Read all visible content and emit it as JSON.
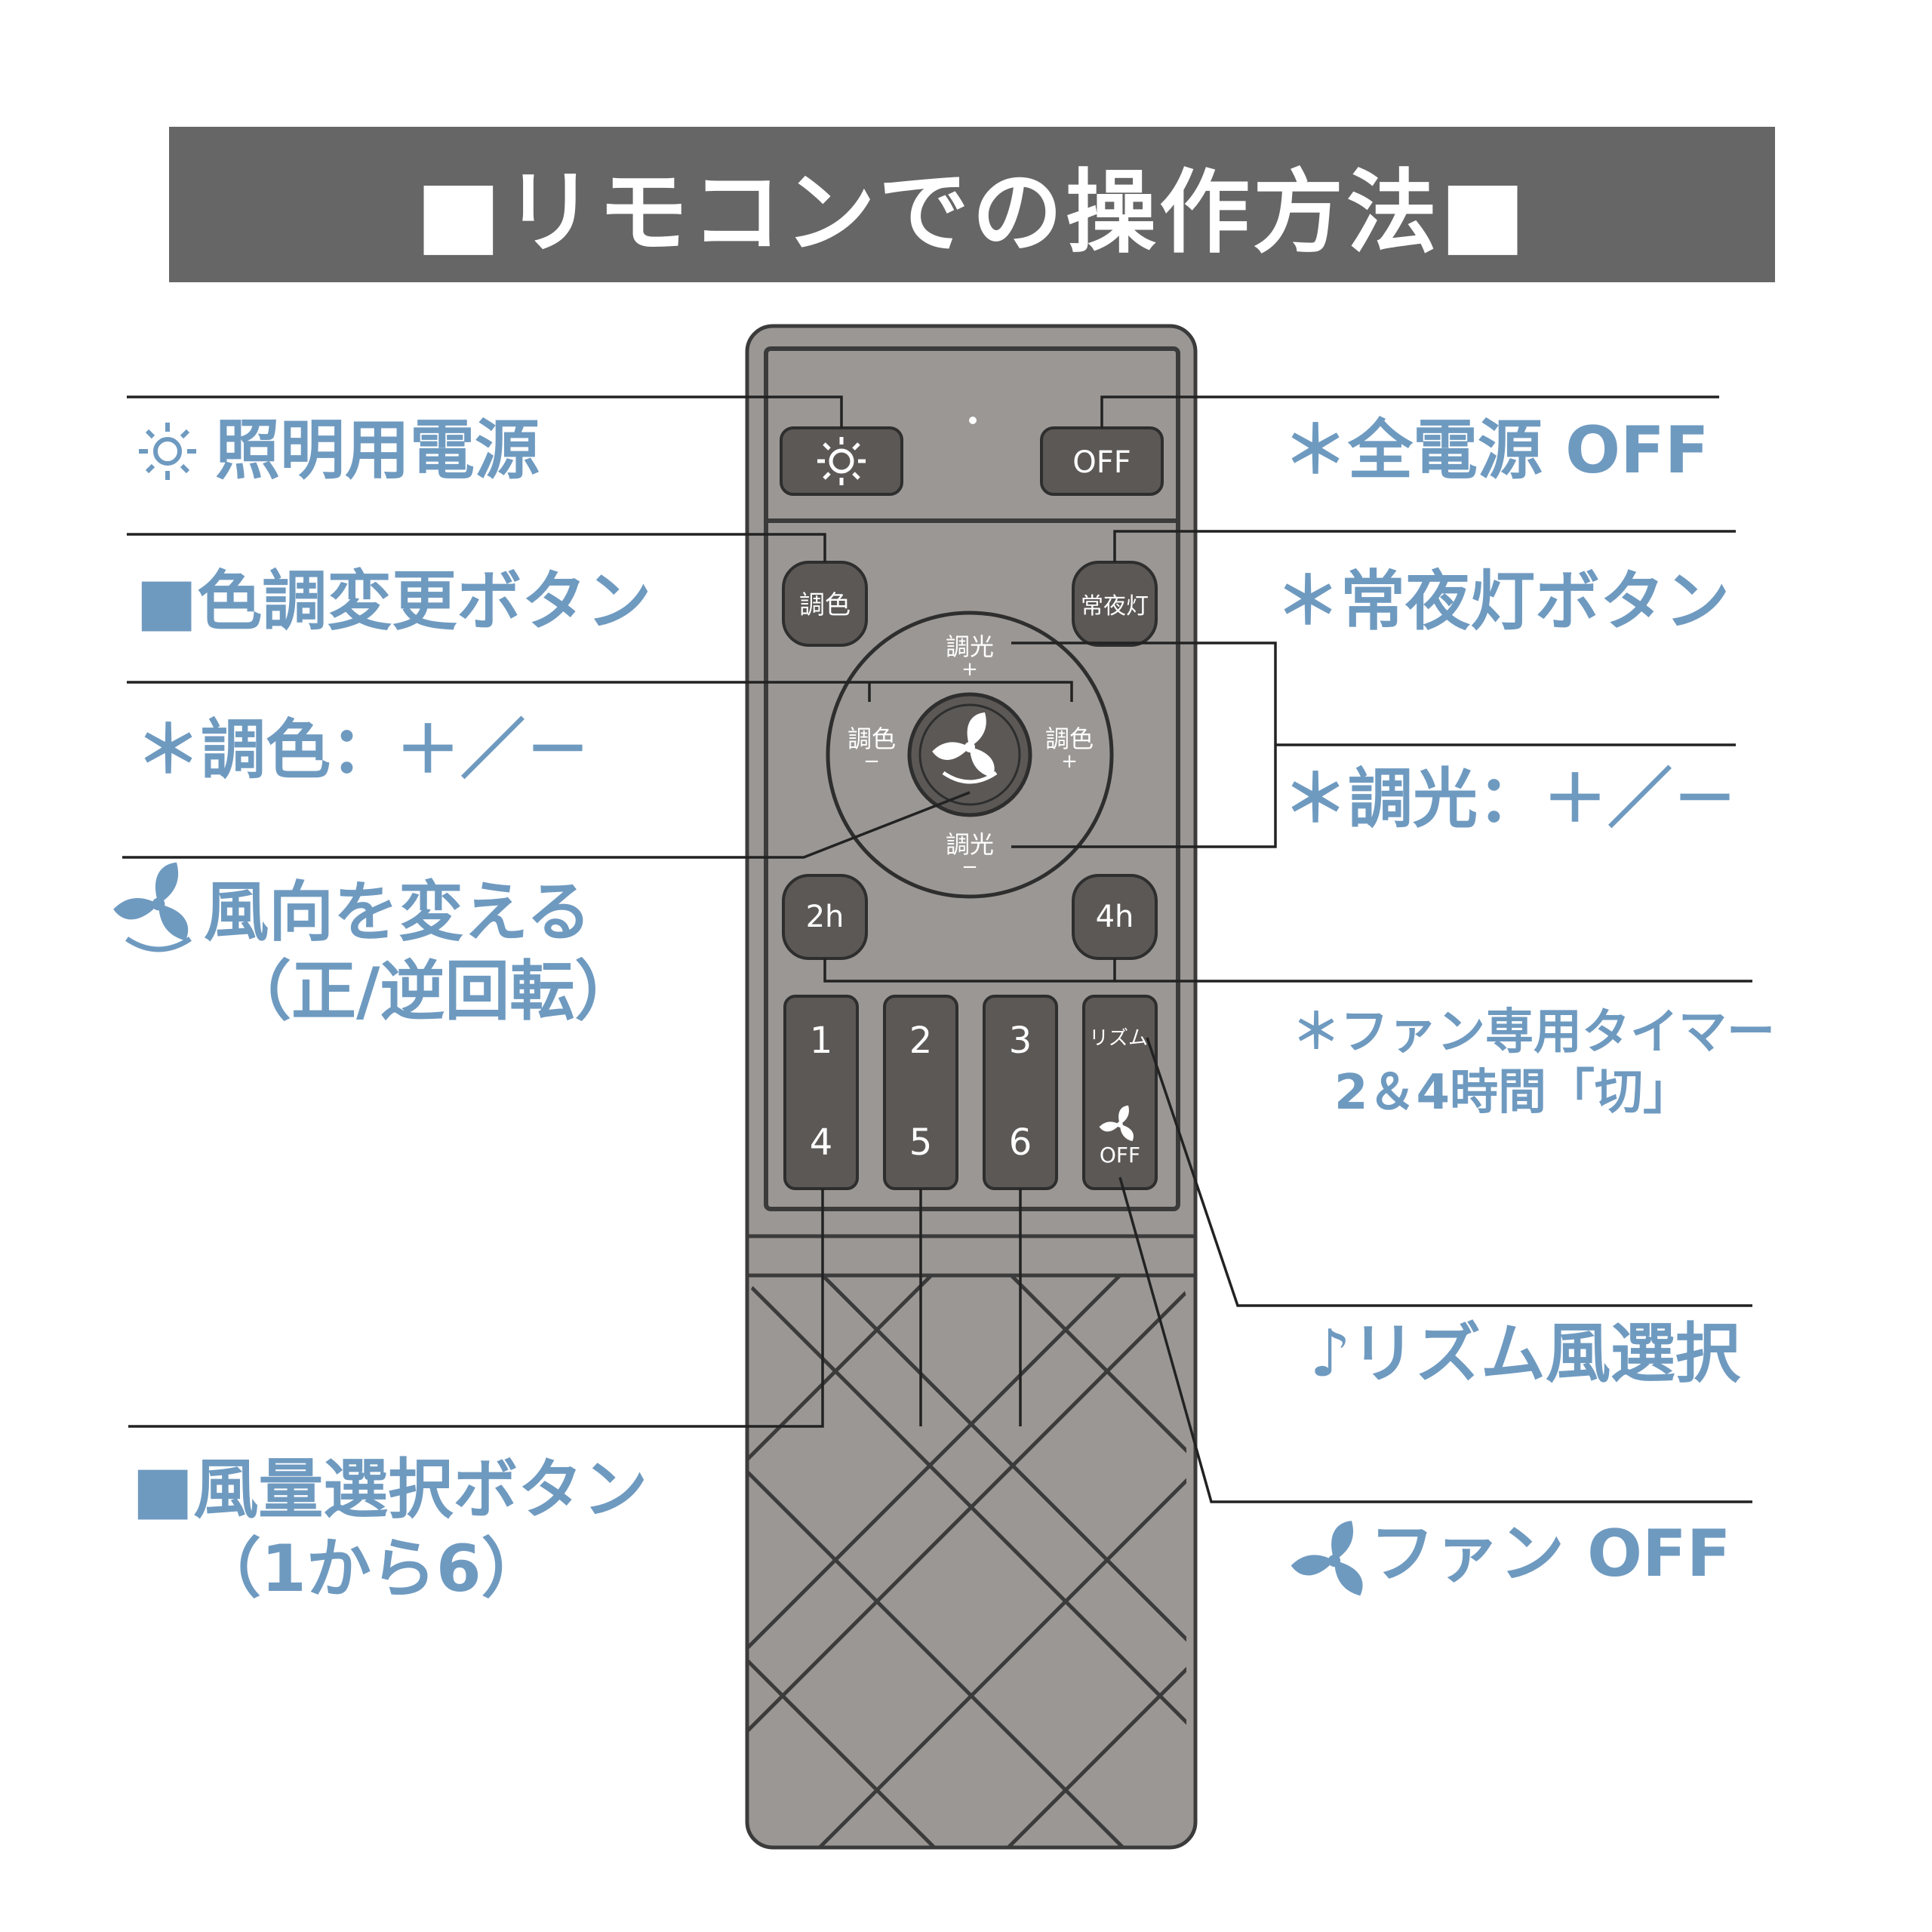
{
  "banner": {
    "title": "■リモコンでの操作方法■"
  },
  "labels": {
    "light_power": "照明用電源",
    "all_power_off": "＊全電源 OFF",
    "tone_button": "■色調変更ボタン",
    "night_light_button": "＊常夜灯ボタン",
    "tone_plus_minus": "＊調色：＋／－",
    "dim_plus_minus": "＊調光：＋／－",
    "wind_direction_1": "風向を変える",
    "wind_direction_2": "（正/逆回転）",
    "fan_timer_1": "＊ファン専用タイマー",
    "fan_timer_2": "2＆4時間「切」",
    "rhythm_select": "♪リズム風選択",
    "fan_speed_1": "■風量選択ボタン",
    "fan_speed_2": "（1から6）",
    "fan_off": "ファン OFF"
  },
  "remote": {
    "off_button": "OFF",
    "tone_button": "調色",
    "night_button": "常夜灯",
    "dim_up": "調光",
    "dim_up_sign": "+",
    "dim_down": "調光",
    "dim_down_sign": "−",
    "tone_minus": "調色",
    "tone_minus_sign": "−",
    "tone_plus": "調色",
    "tone_plus_sign": "+",
    "timer_2h": "2h",
    "timer_4h": "4h",
    "num_1": "1",
    "num_2": "2",
    "num_3": "3",
    "num_4": "4",
    "num_5": "5",
    "num_6": "6",
    "rhythm": "リズム",
    "fan_off": "OFF"
  },
  "colors": {
    "label_blue": "#6f9ac0",
    "remote_body": "#9b9794",
    "outline": "#3b3b3b",
    "banner": "#666666"
  },
  "icons": [
    "sun-icon",
    "fan-icon",
    "fan-reverse-icon"
  ]
}
